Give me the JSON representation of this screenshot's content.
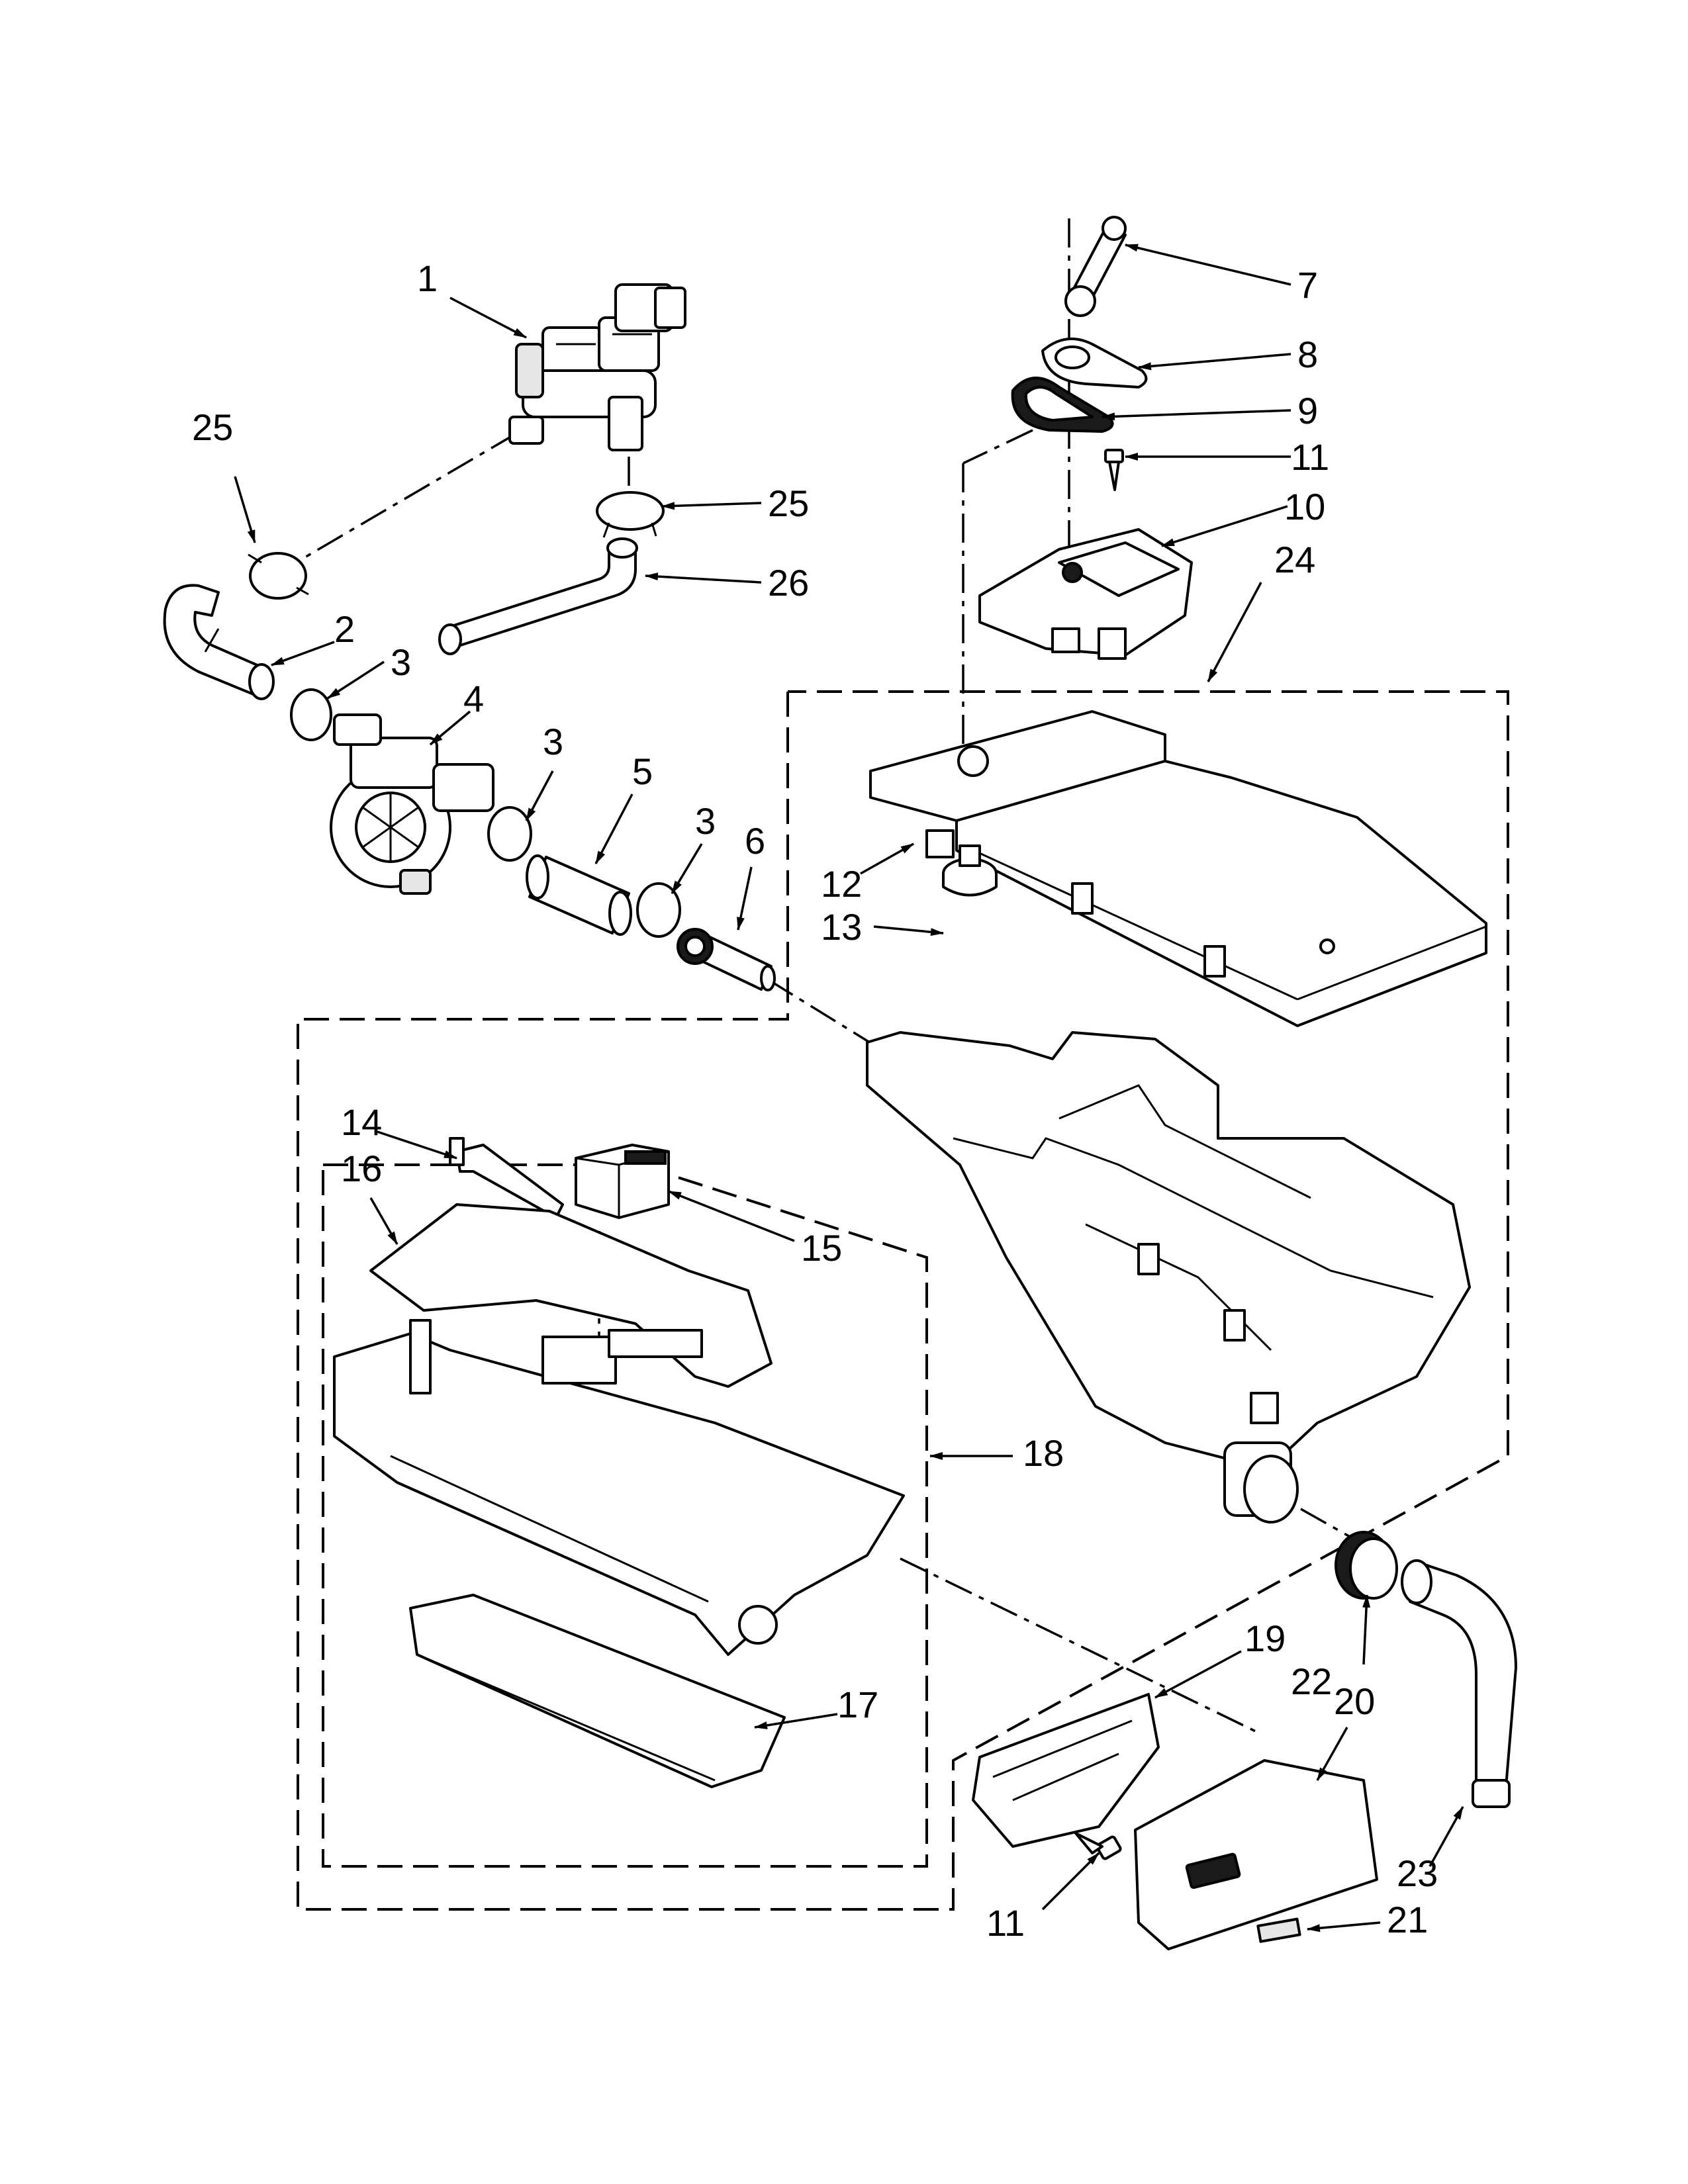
{
  "diagram": {
    "labels": {
      "l1": "1",
      "l2": "2",
      "l3a": "3",
      "l3b": "3",
      "l3c": "3",
      "l4": "4",
      "l5": "5",
      "l6": "6",
      "l7": "7",
      "l8": "8",
      "l9": "9",
      "l10": "10",
      "l11a": "11",
      "l11b": "11",
      "l12": "12",
      "l13": "13",
      "l14": "14",
      "l15": "15",
      "l16": "16",
      "l17": "17",
      "l18": "18",
      "l19": "19",
      "l20": "20",
      "l21": "21",
      "l22": "22",
      "l23": "23",
      "l24": "24",
      "l25a": "25",
      "l25b": "25",
      "l26": "26"
    }
  }
}
